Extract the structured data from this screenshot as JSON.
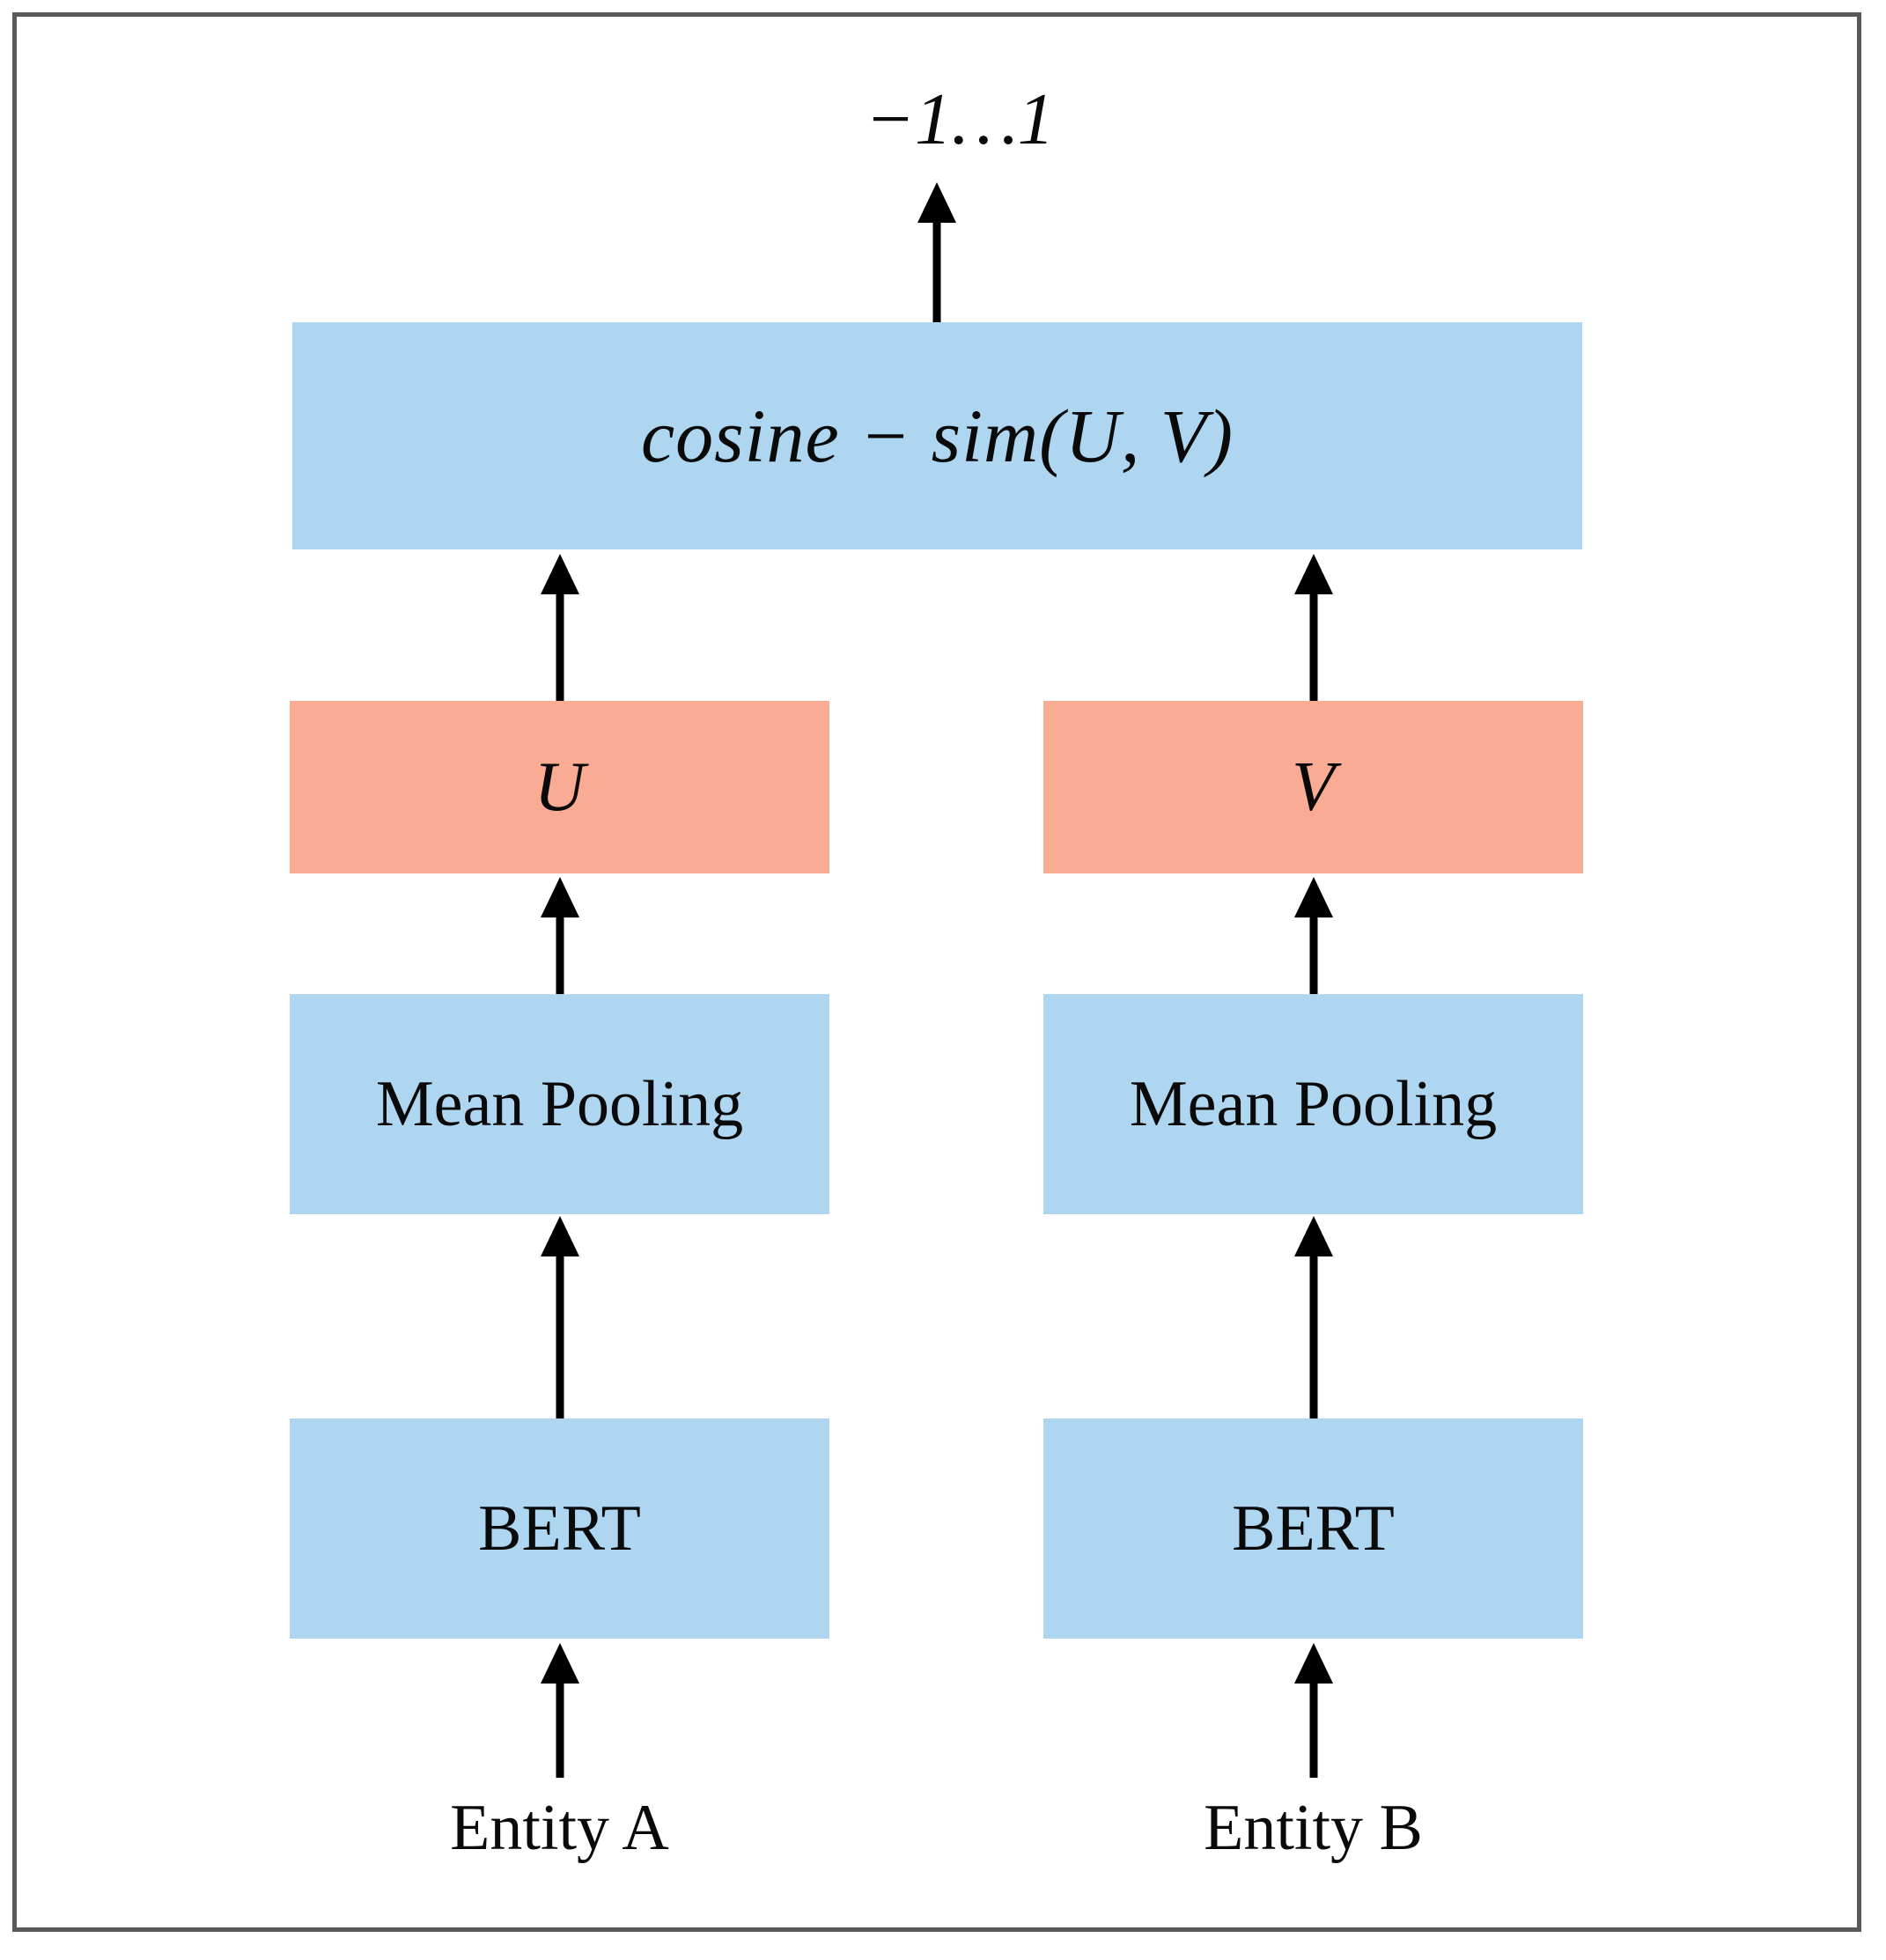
{
  "figure": {
    "type": "diagram",
    "description": "Siamese BERT bi-encoder architecture for entity similarity",
    "border_color": "#595959",
    "background": "#ffffff"
  },
  "palette": {
    "blue_box": "#aed6f1",
    "orange_box": "#f9ab93",
    "text": "#0a0a0a",
    "arrow": "#000000",
    "border": "#595959"
  },
  "output": {
    "label": "−1…1"
  },
  "nodes": {
    "cosine": {
      "label": "cosine − sim(U, V)",
      "color": "blue"
    },
    "u": {
      "label": "U",
      "color": "orange"
    },
    "v": {
      "label": "V",
      "color": "orange"
    },
    "pooling_a": {
      "label": "Mean Pooling",
      "color": "blue"
    },
    "pooling_b": {
      "label": "Mean Pooling",
      "color": "blue"
    },
    "bert_a": {
      "label": "BERT",
      "color": "blue"
    },
    "bert_b": {
      "label": "BERT",
      "color": "blue"
    }
  },
  "inputs": {
    "entity_a": {
      "label": "Entity A"
    },
    "entity_b": {
      "label": "Entity B"
    }
  },
  "edges": [
    {
      "name": "entity-a-to-bert-a",
      "from": "Entity A",
      "to": "BERT"
    },
    {
      "name": "bert-a-to-pooling-a",
      "from": "BERT",
      "to": "Mean Pooling"
    },
    {
      "name": "pooling-a-to-u",
      "from": "Mean Pooling",
      "to": "U"
    },
    {
      "name": "u-to-cosine",
      "from": "U",
      "to": "cosine − sim(U, V)"
    },
    {
      "name": "entity-b-to-bert-b",
      "from": "Entity B",
      "to": "BERT"
    },
    {
      "name": "bert-b-to-pooling-b",
      "from": "BERT",
      "to": "Mean Pooling"
    },
    {
      "name": "pooling-b-to-v",
      "from": "Mean Pooling",
      "to": "V"
    },
    {
      "name": "v-to-cosine",
      "from": "V",
      "to": "cosine − sim(U, V)"
    },
    {
      "name": "cosine-to-output",
      "from": "cosine − sim(U, V)",
      "to": "−1…1"
    }
  ]
}
